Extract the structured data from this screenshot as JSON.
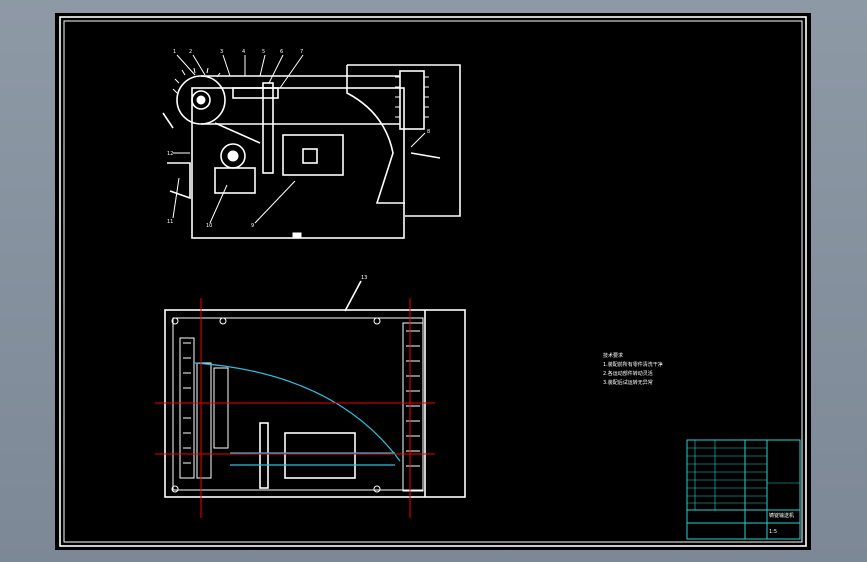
{
  "drawing": {
    "colors": {
      "background": "#000000",
      "linework": "#ffffff",
      "centerline": "#e00000",
      "trace": "#2cc0e0",
      "titleblock": "#2ad0d0"
    },
    "balloons": [
      "1",
      "2",
      "3",
      "4",
      "5",
      "6",
      "7",
      "8",
      "9",
      "10",
      "11",
      "12",
      "13"
    ],
    "notes": [
      "技术要求",
      "1.装配前所有零件清洗干净",
      "2.各运动部件转动灵活",
      "3.装配后试运转无异常"
    ],
    "titleblock": {
      "title": "铸锭输送机",
      "material": "",
      "scale": "1:5"
    }
  }
}
